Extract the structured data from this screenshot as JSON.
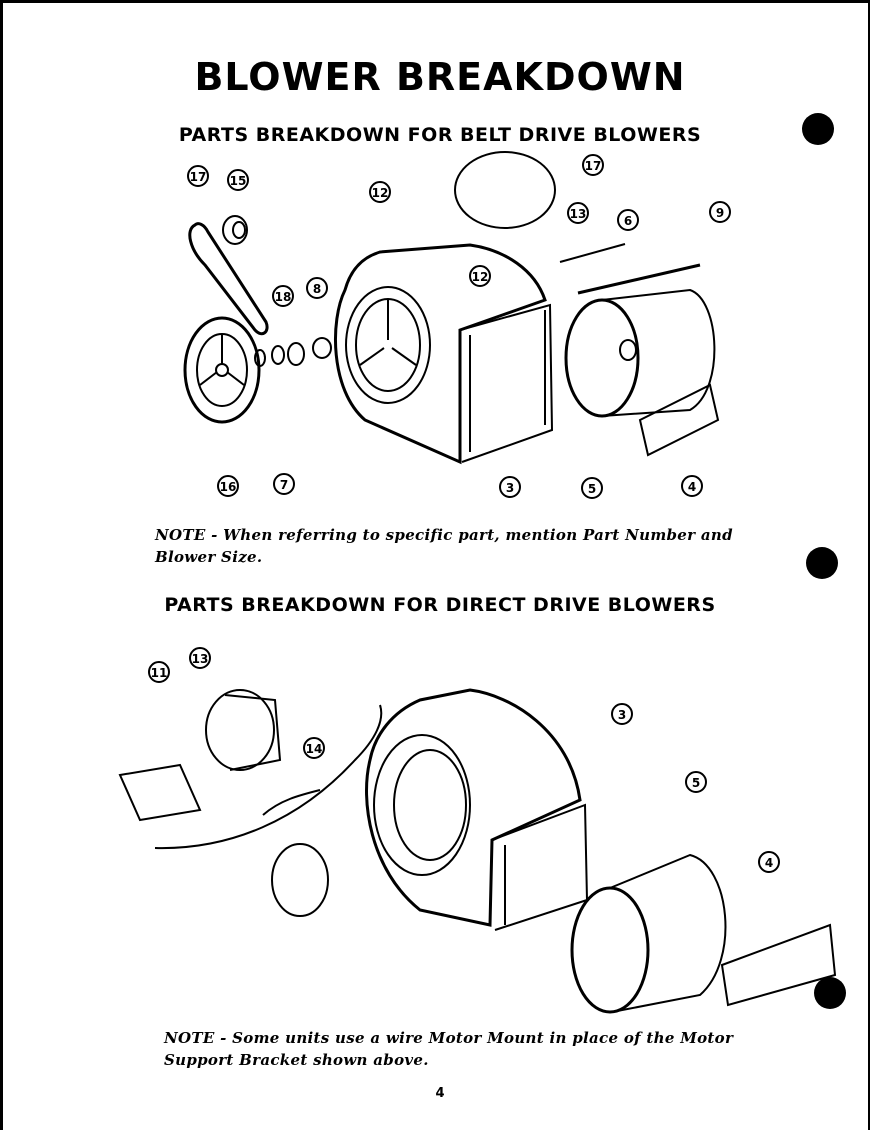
{
  "title": "BLOWER BREAKDOWN",
  "sections": [
    {
      "heading": "PARTS BREAKDOWN FOR BELT DRIVE BLOWERS"
    },
    {
      "heading": "PARTS BREAKDOWN FOR DIRECT DRIVE BLOWERS"
    }
  ],
  "notes": [
    "NOTE - When referring to specific part, mention Part Number and Blower Size.",
    "NOTE - Some units use a wire Motor Mount in place of the Motor Support Bracket shown above."
  ],
  "page_number": "4",
  "callouts_belt": [
    "17",
    "15",
    "12",
    "17",
    "13",
    "6",
    "9",
    "18",
    "8",
    "12",
    "16",
    "7",
    "3",
    "5",
    "4"
  ],
  "callouts_direct": [
    "11",
    "13",
    "14",
    "3",
    "5",
    "4"
  ]
}
